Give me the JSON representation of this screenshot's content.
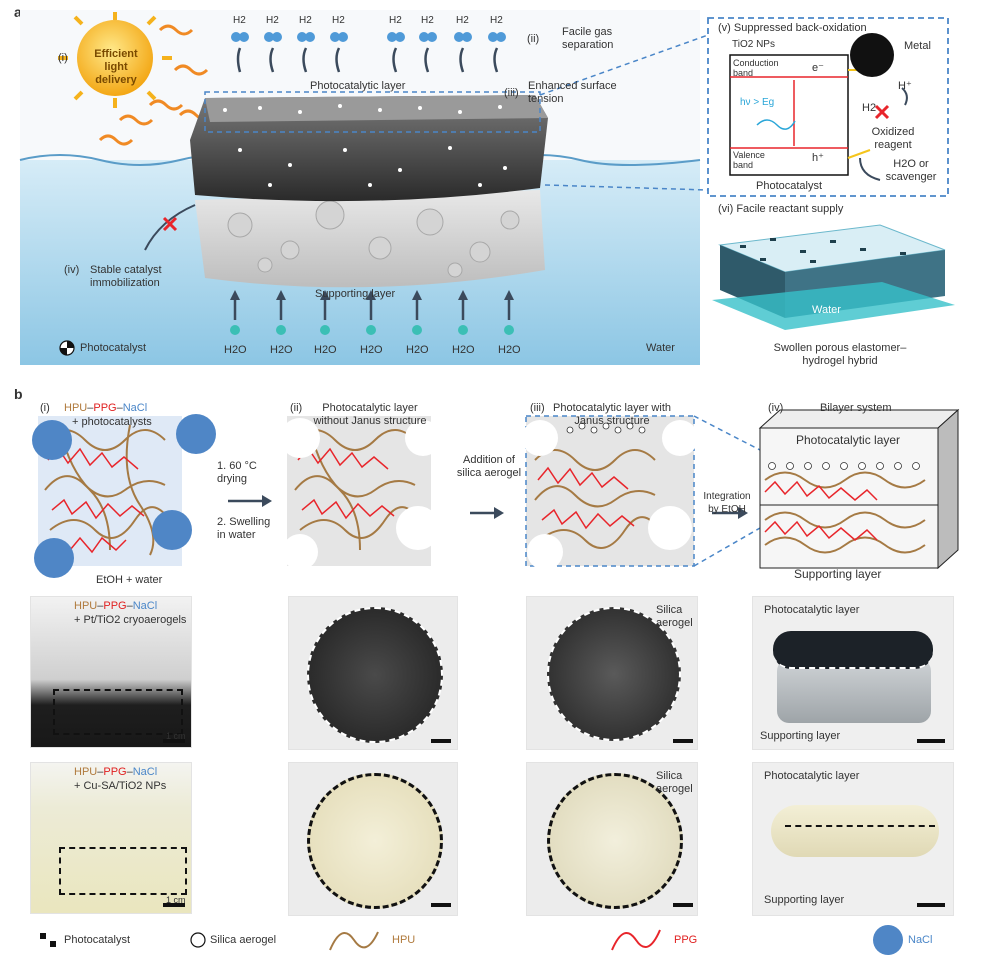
{
  "panel_a": {
    "label": "a",
    "light_label": {
      "index": "(i)",
      "text": "Efficient light delivery"
    },
    "h2": "H2",
    "gas_separation": {
      "index": "(ii)",
      "text": "Facile gas separation"
    },
    "photocatalytic_layer": "Photocatalytic layer",
    "surface_tension": {
      "index": "(iii)",
      "text": "Enhanced surface tension"
    },
    "immobilization": {
      "index": "(iv)",
      "text": "Stable catalyst immobilization"
    },
    "supporting_layer": "Supporting layer",
    "h2o": "H2O",
    "photocatalyst_legend": "Photocatalyst",
    "water": "Water",
    "inset_v": {
      "title": "(v)  Suppressed back-oxidation",
      "tio2": "TiO2 NPs",
      "metal": "Metal",
      "conduction_band": "Conduction band",
      "electron": "e⁻",
      "hv": "hν > Eg",
      "valence_band": "Valence band",
      "hole": "h⁺",
      "photocatalyst": "Photocatalyst",
      "h2": "H2",
      "hplus": "H⁺",
      "oxidized": "Oxidized reagent",
      "scavenger": "H2O or scavenger"
    },
    "inset_vi": {
      "title": "(vi)  Facile reactant supply",
      "water": "Water",
      "caption": "Swollen porous elastomer–hydrogel hybrid"
    }
  },
  "panel_b": {
    "label": "b",
    "step_i": {
      "index": "(i)",
      "hpu": "HPU",
      "ppg": "PPG",
      "nacl": "NaCl",
      "sub": "+ photocatalysts",
      "etoh": "EtOH + water"
    },
    "arrow_1": {
      "line1": "1. 60 °C drying",
      "line2": "2. Swelling in water"
    },
    "step_ii": {
      "index": "(ii)",
      "text": "Photocatalytic layer without Janus structure"
    },
    "arrow_2": "Addition of silica aerogel",
    "step_iii": {
      "index": "(iii)",
      "text": "Photocatalytic layer with Janus structure"
    },
    "arrow_3": "Integration by EtOH",
    "step_iv": {
      "index": "(iv)",
      "title": "Bilayer system",
      "top": "Photocatalytic layer",
      "bottom": "Supporting layer"
    },
    "photo_row1": {
      "vial_text1": "HPU–PPG–NaCl",
      "vial_text2": "+ Pt/TiO2 cryoaerogels",
      "scale": "1 cm",
      "silica": "Silica aerogel",
      "bilayer_top": "Photocatalytic layer",
      "bilayer_bottom": "Supporting layer"
    },
    "photo_row2": {
      "vial_text1": "HPU–PPG–NaCl",
      "vial_text2": "+ Cu-SA/TiO2 NPs",
      "scale": "1 cm",
      "silica": "Silica aerogel",
      "bilayer_top": "Photocatalytic layer",
      "bilayer_bottom": "Supporting layer"
    }
  },
  "legend": {
    "photocatalyst": "Photocatalyst",
    "silica": "Silica aerogel",
    "hpu": "HPU",
    "ppg": "PPG",
    "nacl": "NaCl"
  },
  "colors": {
    "water_top": "#c9e6f4",
    "water_bottom": "#7fbfe0",
    "hpu": "#a57a44",
    "ppg": "#e8252b",
    "nacl": "#4f86c6",
    "dashed": "#4a86c8",
    "sun": "#f5b21c"
  }
}
